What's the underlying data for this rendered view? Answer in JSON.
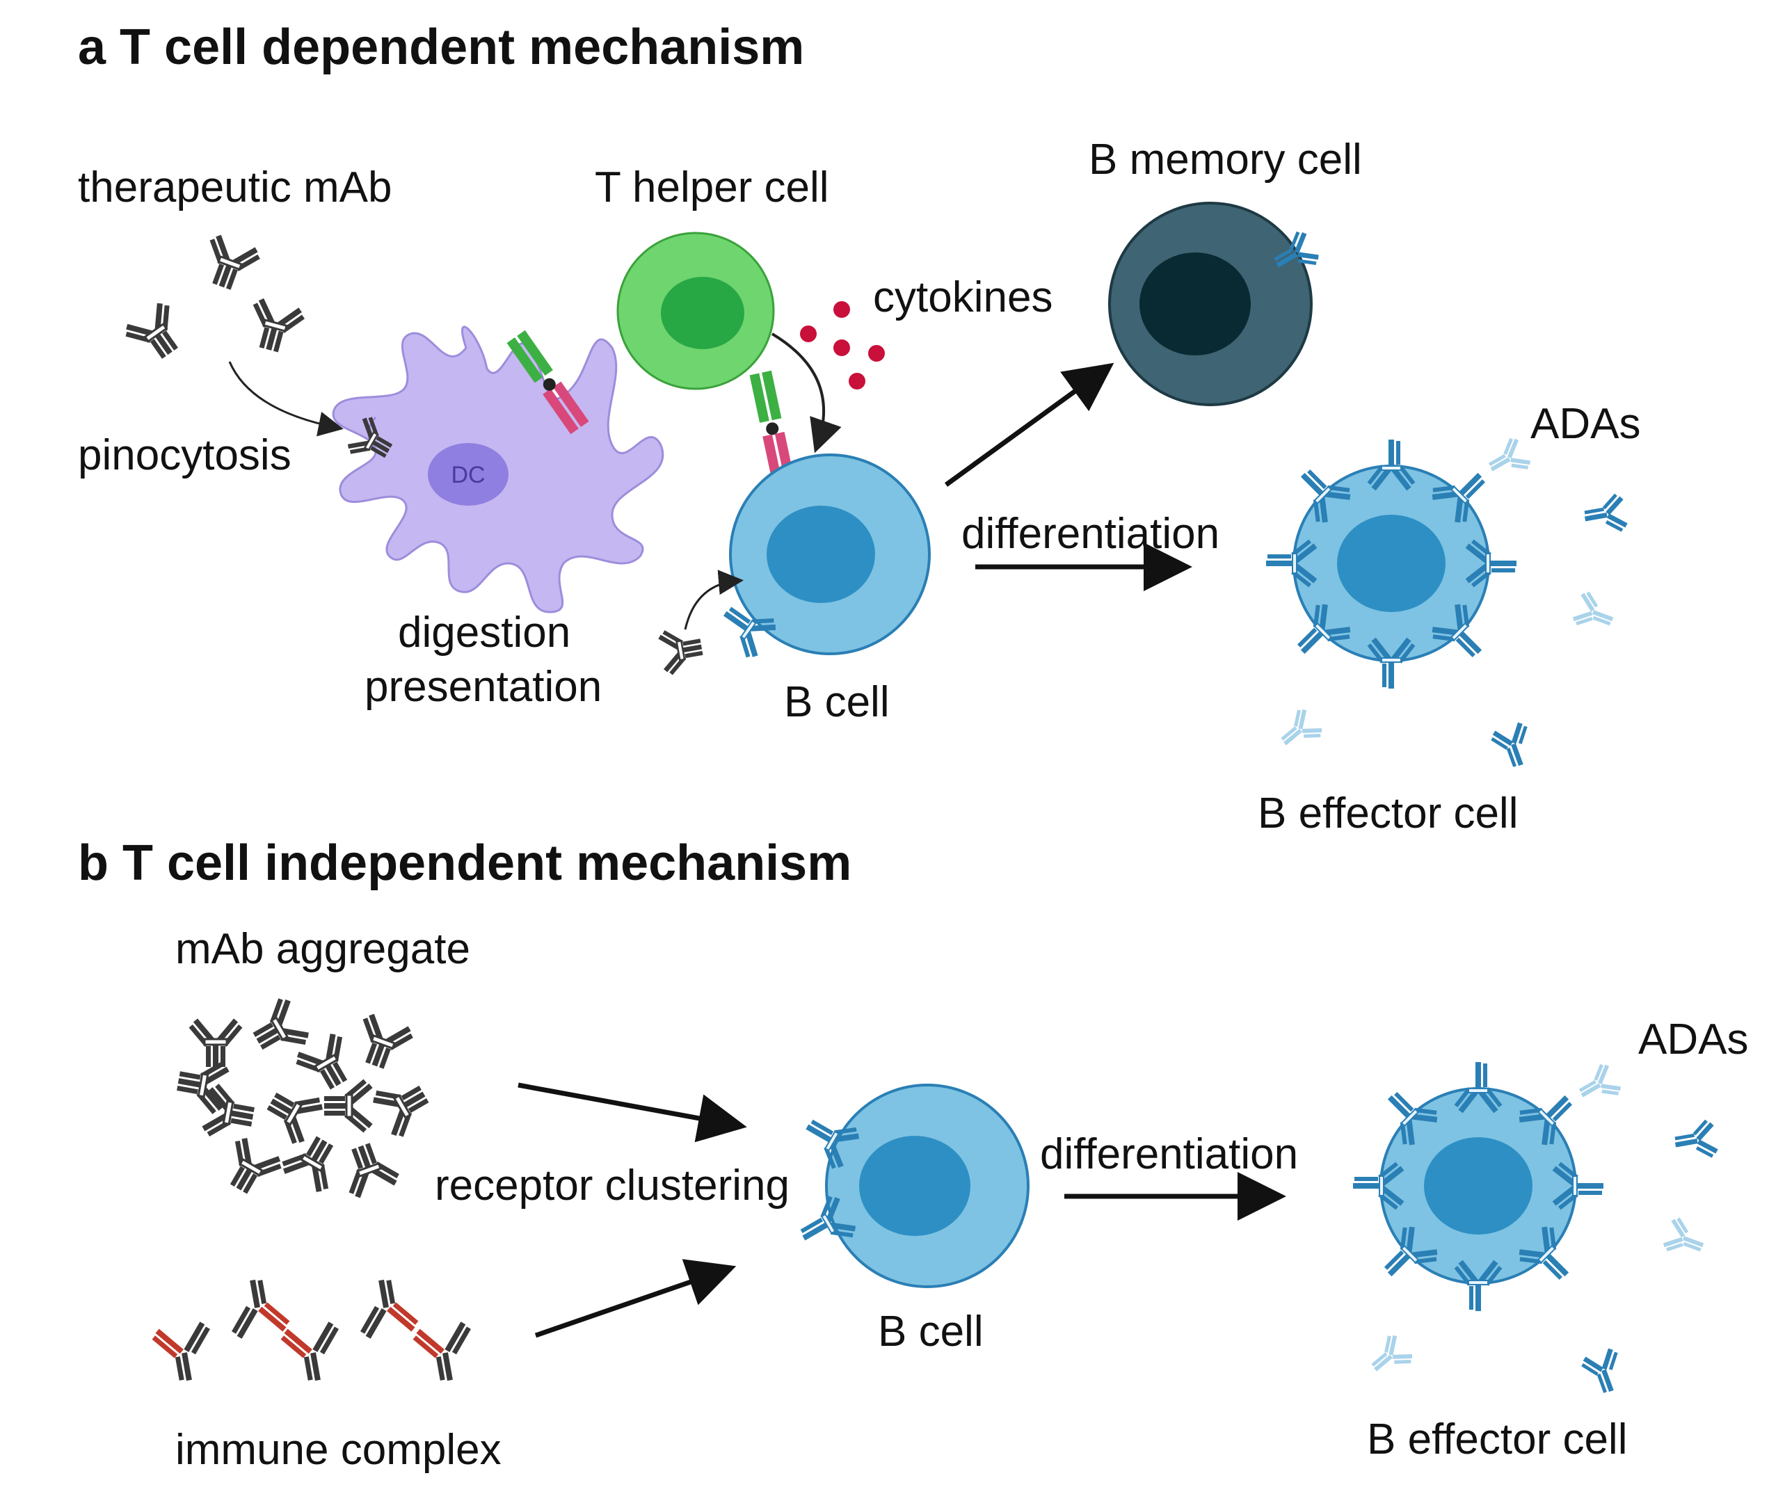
{
  "panel_a": {
    "heading": "a T cell dependent mechanism",
    "labels": {
      "therapeutic_mab": "therapeutic mAb",
      "t_helper": "T helper cell",
      "b_memory": "B memory cell",
      "cytokines": "cytokines",
      "pinocytosis": "pinocytosis",
      "dc": "DC",
      "digestion": "digestion",
      "presentation": "presentation",
      "b_cell": "B cell",
      "differentiation": "differentiation",
      "adas": "ADAs",
      "b_effector": "B effector cell"
    }
  },
  "panel_b": {
    "heading": "b T cell independent mechanism",
    "labels": {
      "mab_aggregate": "mAb aggregate",
      "receptor_clustering": "receptor clustering",
      "immune_complex": "immune complex",
      "b_cell": "B cell",
      "differentiation": "differentiation",
      "adas": "ADAs",
      "b_effector": "B effector cell"
    }
  },
  "colors": {
    "antibody_dark": "#3a3a3a",
    "antibody_blue": "#2a7fb5",
    "antibody_light": "#a9d3ea",
    "antibody_red": "#c0392b",
    "dc_cell": "#c5b7f1",
    "dc_nucleus": "#8f7fe0",
    "t_cell": "#6fd56f",
    "t_nucleus": "#28a745",
    "b_cell": "#7ec3e3",
    "b_nucleus": "#2e8fc4",
    "memory_cell": "#3f6474",
    "memory_nucleus": "#0a2a33",
    "cytokine": "#c8103a",
    "mhc_pink": "#d9487a",
    "tcr_green": "#3cb043"
  }
}
